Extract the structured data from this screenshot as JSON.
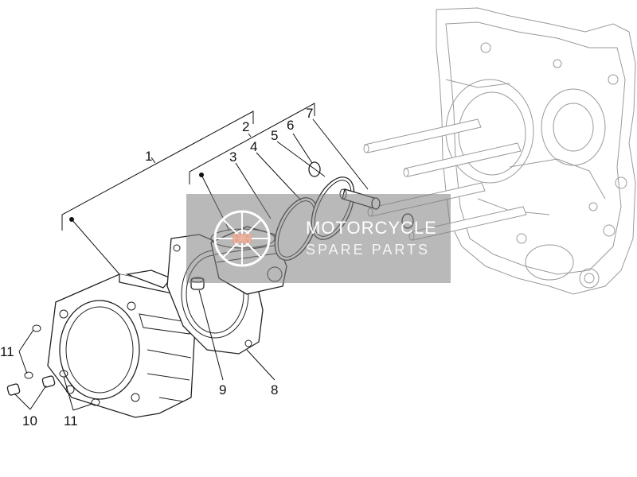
{
  "diagram": {
    "callouts": {
      "c1": "1",
      "c2": "2",
      "c3": "3",
      "c4": "4",
      "c5": "5",
      "c6": "6",
      "c7": "7",
      "c8": "8",
      "c9": "9",
      "c10": "10",
      "c11a": "11",
      "c11b": "11"
    }
  },
  "watermark": {
    "line1": "MOTORCYCLE",
    "line2": "SPARE PARTS",
    "logo_icon": "motorcycle-wheel-logo-icon"
  },
  "colors": {
    "line": "#111111",
    "ghost_line": "#9a9a9a",
    "watermark_bg": "#808080"
  }
}
